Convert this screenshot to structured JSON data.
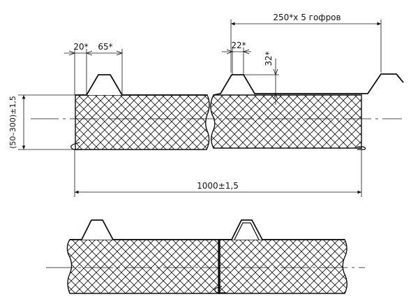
{
  "drawing": {
    "dim_rib_base": "20*",
    "dim_rib_top": "65*",
    "dim_pitch": "250*x 5 гофров",
    "dim_rib_width": "22*",
    "dim_rib_height": "32*",
    "dim_thickness": "(50–300)±1,5",
    "dim_width": "1000±1,5"
  }
}
